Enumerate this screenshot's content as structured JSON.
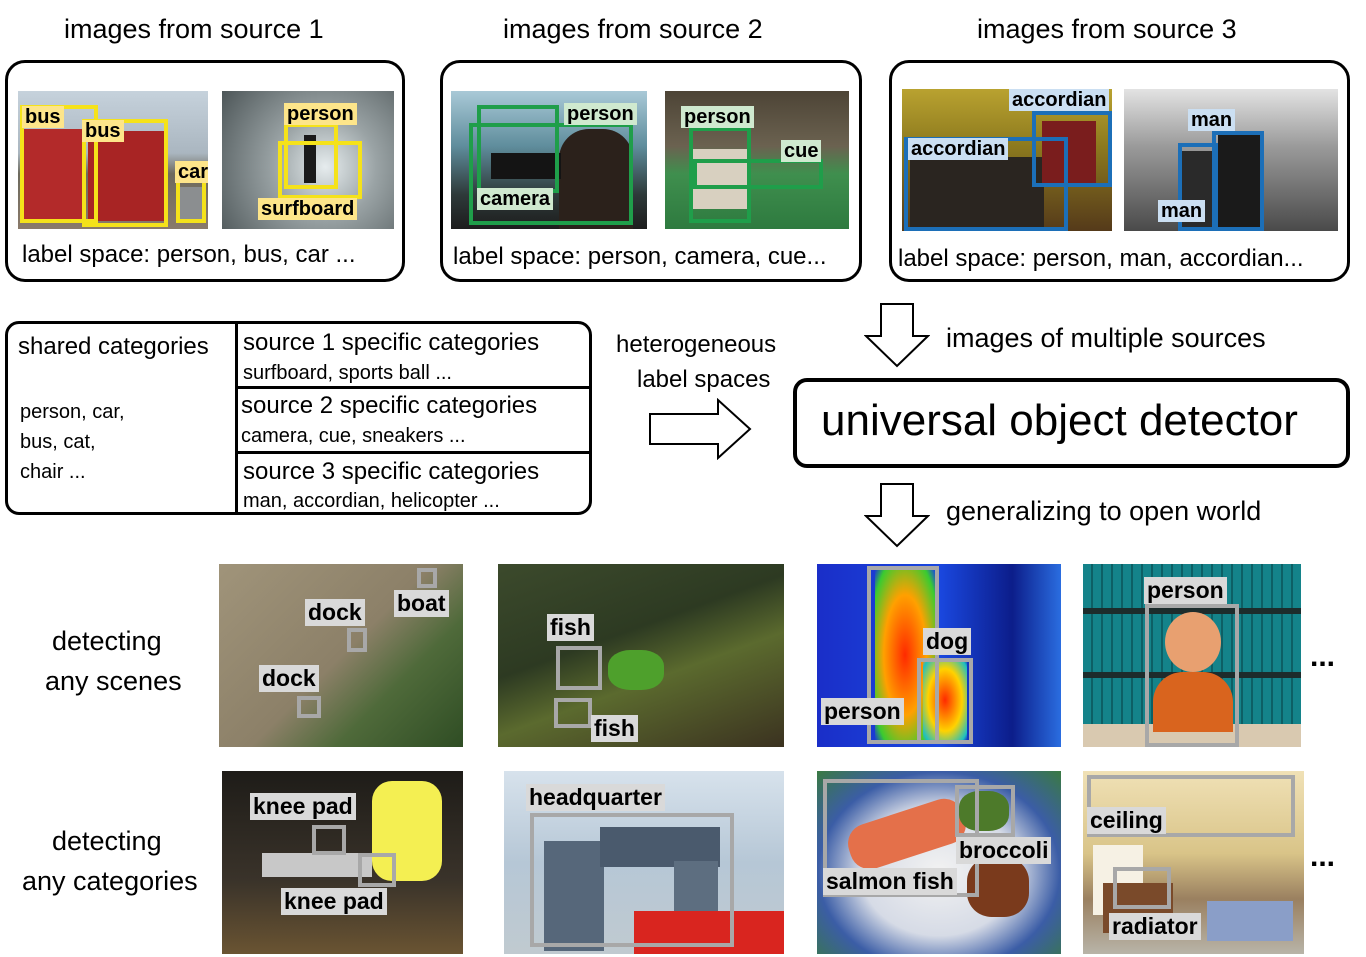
{
  "sources": [
    {
      "title": "images from source 1",
      "label_space": "label space: person, bus, car ...",
      "tags": [
        "bus",
        "bus",
        "car",
        "person",
        "surfboard"
      ]
    },
    {
      "title": "images from source 2",
      "label_space": "label space: person, camera, cue...",
      "tags": [
        "person",
        "camera",
        "person",
        "cue"
      ]
    },
    {
      "title": "images from source 3",
      "label_space": "label space: person, man, accordian...",
      "tags": [
        "accordian",
        "accordian",
        "man",
        "man"
      ]
    }
  ],
  "categories": {
    "shared_title": "shared categories",
    "shared_items": [
      "person, car,",
      "bus, cat,",
      "chair ..."
    ],
    "specific": [
      {
        "title": "source 1 specific categories",
        "items": "surfboard, sports ball ..."
      },
      {
        "title": "source 2 specific categories",
        "items": "camera, cue, sneakers ..."
      },
      {
        "title": "source 3 specific categories",
        "items": "man, accordian, helicopter ..."
      }
    ]
  },
  "flow": {
    "hetero_line1": "heterogeneous",
    "hetero_line2": "label spaces",
    "images_multiple": "images of multiple sources",
    "detector": "universal object detector",
    "generalizing": "generalizing to open world"
  },
  "rows": [
    {
      "label_line1": "detecting",
      "label_line2": "any scenes",
      "tags": [
        "dock",
        "boat",
        "dock",
        "fish",
        "fish",
        "dog",
        "person",
        "person"
      ]
    },
    {
      "label_line1": "detecting",
      "label_line2": "any categories",
      "tags": [
        "knee pad",
        "knee pad",
        "headquarter",
        "broccoli",
        "salmon fish",
        "ceiling",
        "radiator"
      ]
    }
  ],
  "ellipsis": "..."
}
